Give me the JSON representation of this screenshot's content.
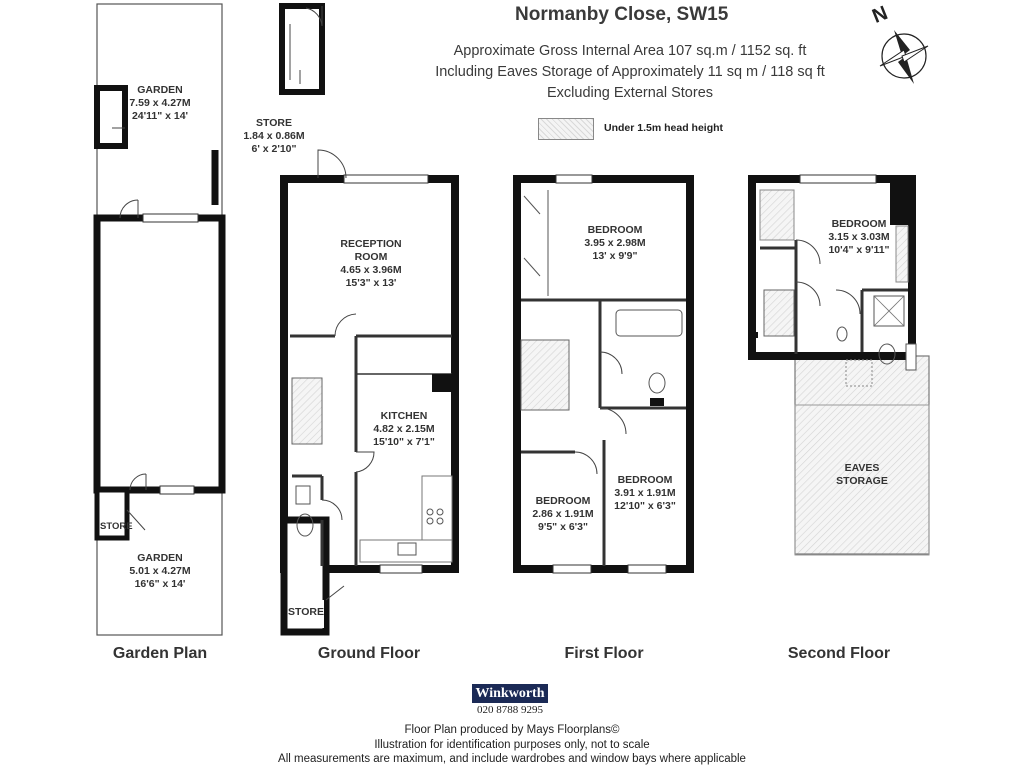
{
  "header": {
    "title": "Normanby Close, SW15",
    "line1": "Approximate Gross Internal Area 107 sq.m  /  1152 sq. ft",
    "line2": "Including Eaves Storage of Approximately 11 sq m  /  118 sq ft",
    "line3": "Excluding External Stores"
  },
  "legend": {
    "label": "Under 1.5m head height"
  },
  "compass": {
    "label": "N"
  },
  "garden_plan": {
    "caption": "Garden Plan",
    "garden_top": {
      "name": "GARDEN",
      "metric": "7.59 x 4.27M",
      "imperial": "24'11\" x 14'"
    },
    "garden_bottom": {
      "name": "GARDEN",
      "metric": "5.01 x 4.27M",
      "imperial": "16'6\" x 14'"
    },
    "store": "STORE"
  },
  "external_store": {
    "name": "STORE",
    "metric": "1.84 x 0.86M",
    "imperial": "6' x 2'10\""
  },
  "ground_floor": {
    "caption": "Ground Floor",
    "reception": {
      "name1": "RECEPTION",
      "name2": "ROOM",
      "metric": "4.65 x 3.96M",
      "imperial": "15'3\" x 13'"
    },
    "kitchen": {
      "name": "KITCHEN",
      "metric": "4.82 x 2.15M",
      "imperial": "15'10\" x 7'1\""
    },
    "store": "STORE"
  },
  "first_floor": {
    "caption": "First Floor",
    "bedroom1": {
      "name": "BEDROOM",
      "metric": "3.95 x 2.98M",
      "imperial": "13' x 9'9\""
    },
    "bedroom2": {
      "name": "BEDROOM",
      "metric": "2.86 x 1.91M",
      "imperial": "9'5\" x 6'3\""
    },
    "bedroom3": {
      "name": "BEDROOM",
      "metric": "3.91 x 1.91M",
      "imperial": "12'10\" x 6'3\""
    }
  },
  "second_floor": {
    "caption": "Second Floor",
    "bedroom": {
      "name": "BEDROOM",
      "metric": "3.15 x 3.03M",
      "imperial": "10'4\" x 9'11\""
    },
    "eaves1": "EAVES",
    "eaves2": "STORAGE"
  },
  "footer": {
    "brand": "Winkworth",
    "phone": "020 8788 9295",
    "line1": "Floor Plan produced by Mays Floorplans©",
    "line2": "Illustration for identification purposes only, not to scale",
    "line3": "All measurements are maximum, and include wardrobes and window bays where applicable"
  }
}
